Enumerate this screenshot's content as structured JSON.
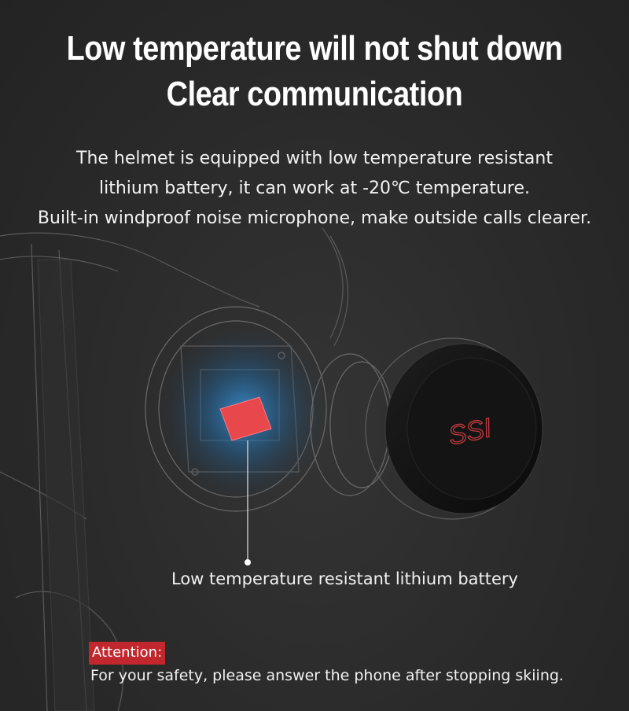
{
  "headline": {
    "line1": "Low temperature will not shut down",
    "line2": "Clear communication"
  },
  "description": {
    "line1": "The helmet is equipped with low temperature resistant",
    "line2": "lithium battery, it can work at -20℃ temperature.",
    "line3": "Built-in windproof noise microphone, make outside calls clearer."
  },
  "illustration": {
    "logo_text": "SSI",
    "callout_label": "Low temperature resistant lithium battery",
    "glow_color": "#2a8fd6",
    "battery_color": "#e8474c"
  },
  "notice": {
    "attention_label": "Attention:",
    "message": "For your safety, please answer the phone after stopping skiing.",
    "accent_color": "#c2272d"
  }
}
